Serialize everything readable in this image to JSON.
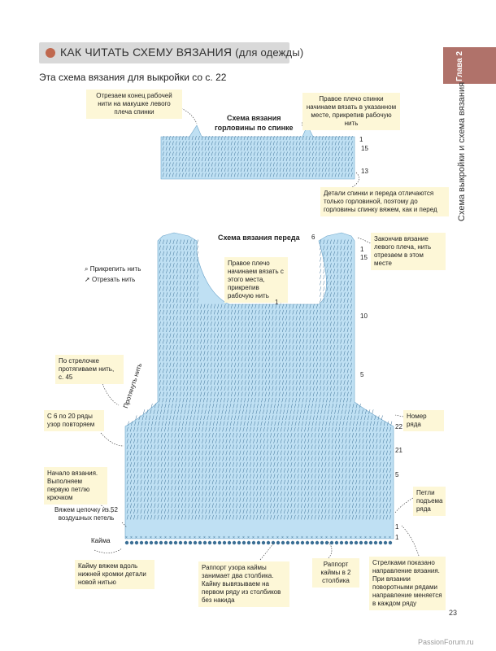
{
  "header": {
    "title_main": "КАК ЧИТАТЬ СХЕМУ ВЯЗАНИЯ",
    "title_sub": "(для одежды)",
    "subtitle": "Эта схема вязания для выкройки со с. 22"
  },
  "chapter_tab": "Глава 2",
  "side_title": "Схема выкройки и схема вязания",
  "back": {
    "title_line1": "Схема вязания",
    "title_line2": "горловины по спинке",
    "note_left": "Отрезаем конец рабочей нити на макушке левого плеча спинки",
    "note_right": "Правое плечо спинки начинаем вязать в указанном месте, прикрепив рабочую нить",
    "note_bottom": "Детали спинки и переда отличаются только горловиной, поэтому до горловины спинку вяжем, как и перед",
    "rows": [
      "1",
      "15",
      "13"
    ]
  },
  "front": {
    "title": "Схема вязания переда",
    "legend_attach": "Прикрепить нить",
    "legend_cut": "Отрезать нить",
    "note_right_shoulder": "Правое плечо начинаем вязать с этого места, прикрепив рабочую нить",
    "note_finish": "Закончив вязание левого плеча, нить отрезаем в этом месте",
    "note_arrow": "По стрелочке протягиваем нить, с. 45",
    "note_repeat": "С 6 по 20 ряды узор повторяем",
    "note_start": "Начало вязания. Выполняем первую петлю крючком",
    "label_chain": "Вяжем цепочку из 52 воздушных петель",
    "label_kayma": "Кайма",
    "note_kayma": "Кайму вяжем вдоль нижней кромки детали новой нитью",
    "note_rapport": "Раппорт узора каймы занимает два столбика. Кайму вывязываем на первом ряду из столбиков без накида",
    "note_rapport2": "Раппорт каймы в 2 столбика",
    "note_row_number": "Номер ряда",
    "note_lift": "Петли подъема ряда",
    "note_arrows": "Стрелками показано направление вязания. При вязании поворотными рядами направление меняется в каждом ряду",
    "label_pull": "Протянуть нить",
    "rows_top": [
      "6",
      "1",
      "15",
      "10",
      "5",
      "1"
    ],
    "rows_side": [
      "22",
      "21",
      "5",
      "1",
      "1"
    ]
  },
  "page_number": "23",
  "watermark": "PassionForum.ru",
  "colors": {
    "chart_fill": "#bfe0f3",
    "symbol": "#3b6f95",
    "note_bg": "#fdf7d7",
    "accent": "#c0694f",
    "tab": "#b0726a"
  }
}
